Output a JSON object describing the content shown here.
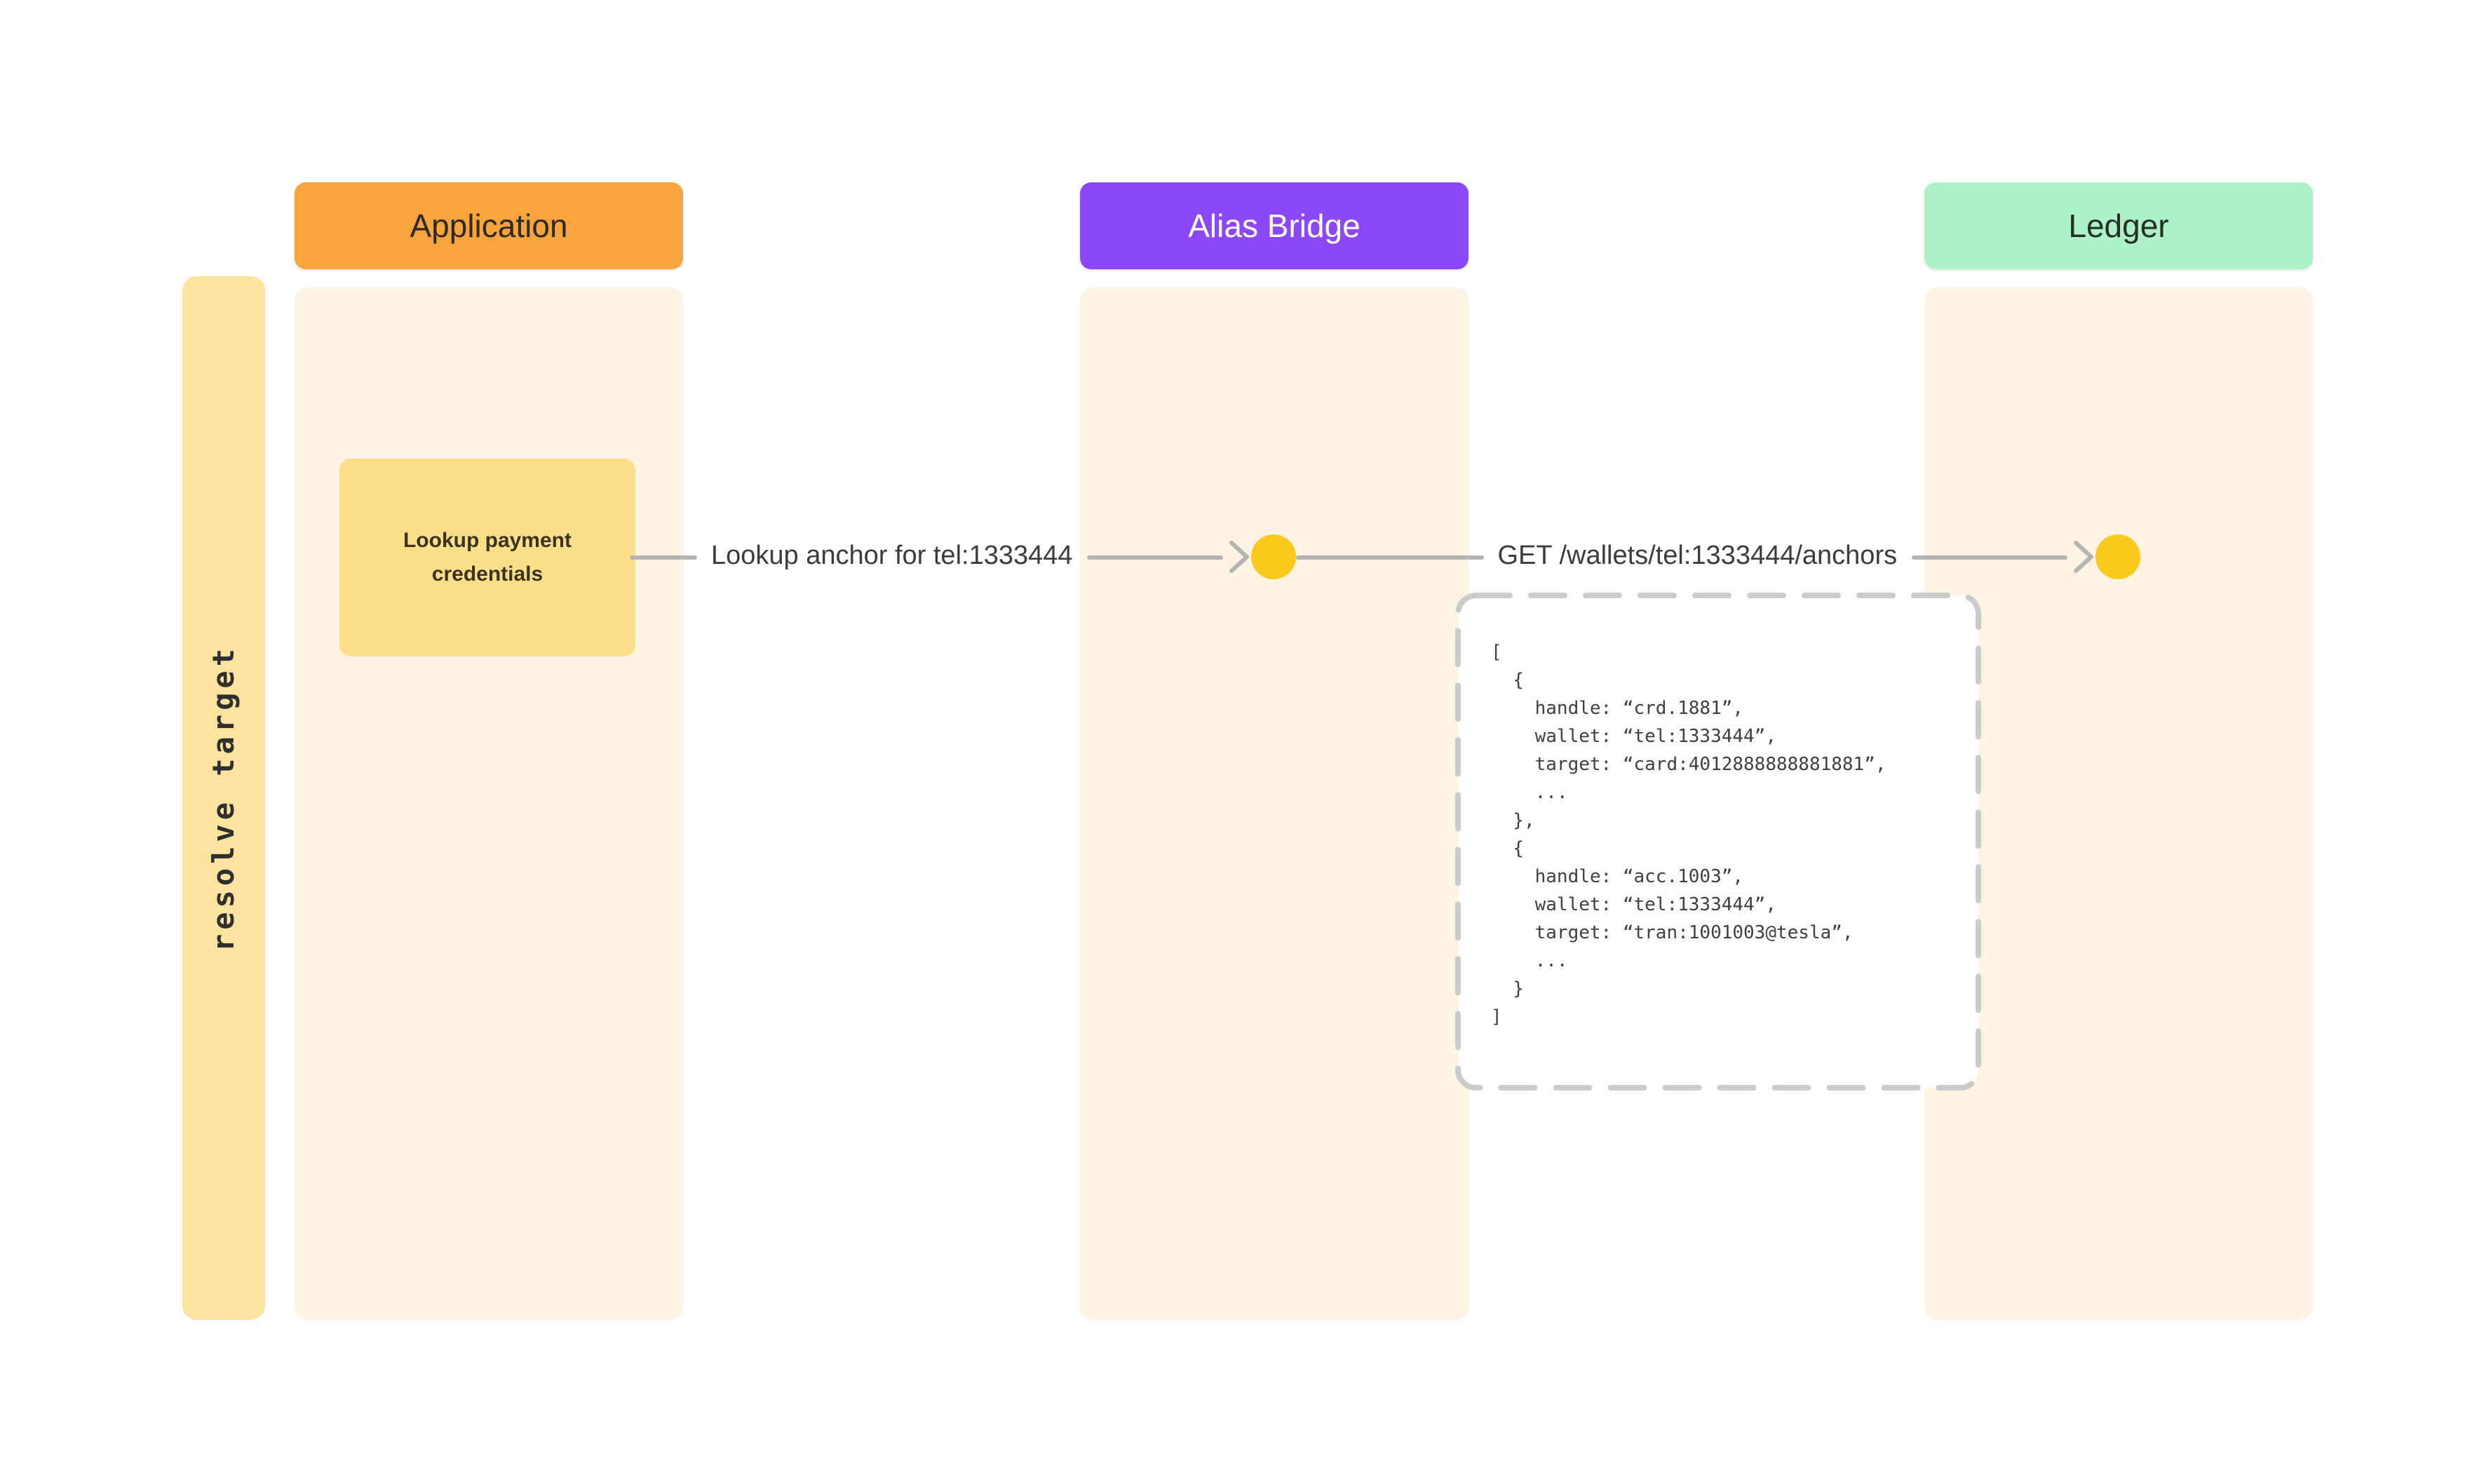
{
  "phase": {
    "label": "resolve target",
    "bg": "#FCE49E"
  },
  "lanes": [
    {
      "label": "Application",
      "header_bg": "#F8A43C",
      "header_text_color": "#2E2A20"
    },
    {
      "label": "Alias Bridge",
      "header_bg": "#8C47F8",
      "header_text_color": "#FFFFFF"
    },
    {
      "label": "Ledger",
      "header_bg": "#AEF1C9",
      "header_text_color": "#233029"
    }
  ],
  "lane_bg": "#FDF3E3",
  "sticky": {
    "label": "Lookup payment credentials",
    "bg": "#FBDF88"
  },
  "messages": [
    {
      "label": "Lookup anchor for tel:1333444",
      "from": "Application",
      "to": "Alias Bridge"
    },
    {
      "label": "GET /wallets/tel:1333444/anchors",
      "from": "Alias Bridge",
      "to": "Ledger"
    }
  ],
  "endpoint_dot_color": "#FBC91D",
  "connector_color": "#B4B4B4",
  "code_block": {
    "border_color": "#CBCBCB",
    "text": "[\n  {\n    handle: “crd.1881”,\n    wallet: “tel:1333444”,\n    target: “card:4012888888881881”,\n    ...\n  },\n  {\n    handle: “acc.1003”,\n    wallet: “tel:1333444”,\n    target: “tran:1001003@tesla”,\n    ...\n  }\n]"
  }
}
